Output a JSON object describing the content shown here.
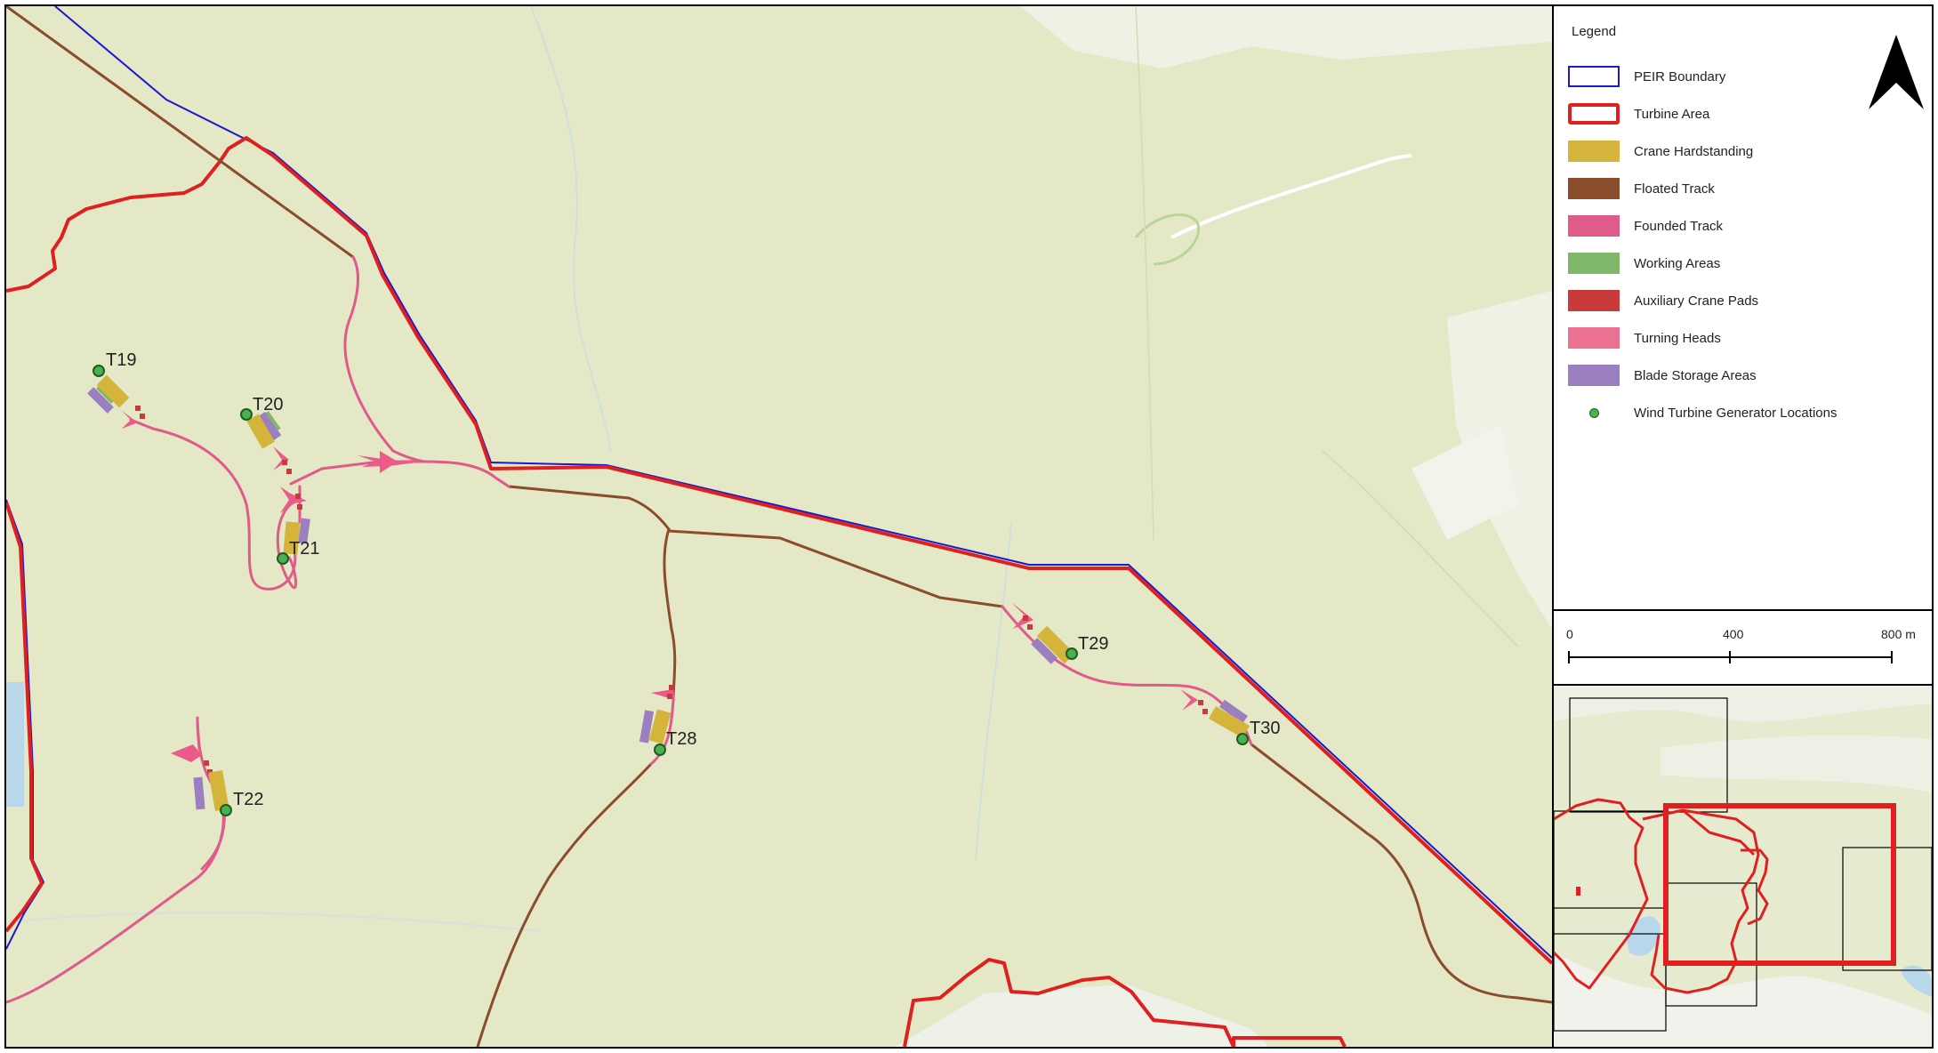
{
  "legend": {
    "title": "Legend",
    "items": [
      {
        "label": "PEIR Boundary",
        "type": "outline",
        "color": "#1a1acc"
      },
      {
        "label": "Turbine Area",
        "type": "outline-thick",
        "color": "#e02020"
      },
      {
        "label": "Crane Hardstanding",
        "type": "fill",
        "color": "#d4b43a"
      },
      {
        "label": "Floated Track",
        "type": "fill",
        "color": "#8b4c2c"
      },
      {
        "label": "Founded Track",
        "type": "fill",
        "color": "#e05a8a"
      },
      {
        "label": "Working Areas",
        "type": "fill",
        "color": "#7fb86a"
      },
      {
        "label": "Auxiliary Crane Pads",
        "type": "fill",
        "color": "#c93a3a"
      },
      {
        "label": "Turning Heads",
        "type": "fill",
        "color": "#ec7092"
      },
      {
        "label": "Blade Storage Areas",
        "type": "fill",
        "color": "#9b7fc0"
      },
      {
        "label": "Wind Turbine Generator Locations",
        "type": "dot",
        "color": "#4caf50"
      }
    ]
  },
  "scale": {
    "labels": [
      "0",
      "400",
      "800 m"
    ]
  },
  "turbines": [
    {
      "label": "T19"
    },
    {
      "label": "T20"
    },
    {
      "label": "T21"
    },
    {
      "label": "T22"
    },
    {
      "label": "T28"
    },
    {
      "label": "T29"
    },
    {
      "label": "T30"
    }
  ],
  "colors": {
    "map_background": "#e4e8c6",
    "peir_boundary": "#1a1acc",
    "turbine_area": "#e02020",
    "floated_track": "#8b4c2c",
    "founded_track": "#e05a8a"
  }
}
